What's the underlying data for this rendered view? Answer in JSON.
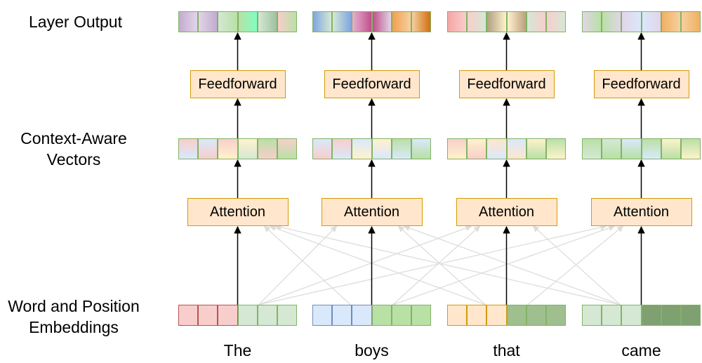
{
  "row_labels": {
    "layer_output": "Layer Output",
    "context_vectors": "Context-Aware\nVectors",
    "embeddings": "Word and Position\nEmbeddings"
  },
  "box_labels": {
    "feedforward": "Feedforward",
    "attention": "Attention"
  },
  "columns": [
    {
      "word": "The",
      "embedding": [
        "#f8cecc",
        "#f8cecc",
        "#f8cecc",
        "#d5e8d4",
        "#d5e8d4",
        "#d5e8d4"
      ],
      "embedding_borders": [
        "#b85450",
        "#b85450",
        "#b85450",
        "#82b366",
        "#82b366",
        "#82b366"
      ],
      "context": [
        [
          "#f8cecc",
          "#dae8fc"
        ],
        [
          "#dae8fc",
          "#f8cecc"
        ],
        [
          "#f8cecc",
          "#fff2cc"
        ],
        [
          "#fff2cc",
          "#d5e8d4"
        ],
        [
          "#b9e0a5",
          "#f8cecc"
        ],
        [
          "#f8cecc",
          "#b9e0a5"
        ]
      ],
      "output": [
        [
          "#c3abd0",
          "#e1d5e7"
        ],
        [
          "#e1d5e7",
          "#c3abd0"
        ],
        [
          "#d5e8d4",
          "#b9e0a5"
        ],
        [
          "#b9e0a5",
          "#7fffc0"
        ],
        [
          "#d5e8d4",
          "#a0c0a0"
        ],
        [
          "#f8cecc",
          "#b9e0a5"
        ]
      ]
    },
    {
      "word": "boys",
      "embedding": [
        "#dae8fc",
        "#dae8fc",
        "#dae8fc",
        "#b9e0a5",
        "#b9e0a5",
        "#b9e0a5"
      ],
      "embedding_borders": [
        "#6c8ebf",
        "#6c8ebf",
        "#6c8ebf",
        "#82b366",
        "#82b366",
        "#82b366"
      ],
      "context": [
        [
          "#dae8fc",
          "#f8cecc"
        ],
        [
          "#f8cecc",
          "#dae8fc"
        ],
        [
          "#dae8fc",
          "#fff2cc"
        ],
        [
          "#fff2cc",
          "#dae8fc"
        ],
        [
          "#b9e0a5",
          "#dae8fc"
        ],
        [
          "#dae8fc",
          "#b9e0a5"
        ]
      ],
      "output": [
        [
          "#7ea6e0",
          "#d5e8d4"
        ],
        [
          "#d5e8d4",
          "#7ea6e0"
        ],
        [
          "#e6b0d0",
          "#c0508a"
        ],
        [
          "#c0508a",
          "#e1d5e7"
        ],
        [
          "#f0a050",
          "#f5d0a0"
        ],
        [
          "#f5d0a0",
          "#d07010"
        ]
      ]
    },
    {
      "word": "that",
      "embedding": [
        "#ffe6cc",
        "#ffe6cc",
        "#ffe6cc",
        "#9fbf8f",
        "#9fbf8f",
        "#9fbf8f"
      ],
      "embedding_borders": [
        "#d79b00",
        "#d79b00",
        "#d79b00",
        "#82b366",
        "#82b366",
        "#82b366"
      ],
      "context": [
        [
          "#f8cecc",
          "#fff2cc"
        ],
        [
          "#fff2cc",
          "#f8cecc"
        ],
        [
          "#ffe6cc",
          "#dae8fc"
        ],
        [
          "#dae8fc",
          "#ffe6cc"
        ],
        [
          "#fff2cc",
          "#b9e0a5"
        ],
        [
          "#b9e0a5",
          "#fff2cc"
        ]
      ],
      "output": [
        [
          "#f4a6a6",
          "#f8cecc"
        ],
        [
          "#f8cecc",
          "#d5e8d4"
        ],
        [
          "#b0a080",
          "#fff2cc"
        ],
        [
          "#fff2cc",
          "#bba080"
        ],
        [
          "#d5e8d4",
          "#f8cecc"
        ],
        [
          "#f8cecc",
          "#d5e8d4"
        ]
      ]
    },
    {
      "word": "came",
      "embedding": [
        "#d5e8d4",
        "#d5e8d4",
        "#d5e8d4",
        "#7fa070",
        "#7fa070",
        "#7fa070"
      ],
      "embedding_borders": [
        "#82b366",
        "#82b366",
        "#82b366",
        "#82b366",
        "#82b366",
        "#82b366"
      ],
      "context": [
        [
          "#b9e0a5",
          "#d5e8d4"
        ],
        [
          "#d5e8d4",
          "#b9e0a5"
        ],
        [
          "#dae8fc",
          "#b9e0a5"
        ],
        [
          "#b9e0a5",
          "#dae8fc"
        ],
        [
          "#fff2cc",
          "#b9e0a5"
        ],
        [
          "#b9e0a5",
          "#fff2cc"
        ]
      ],
      "output": [
        [
          "#e1d5e7",
          "#b9e0a5"
        ],
        [
          "#b9e0a5",
          "#e1d5e7"
        ],
        [
          "#e1d5e7",
          "#dae8fc"
        ],
        [
          "#dae8fc",
          "#e1d5e7"
        ],
        [
          "#f0b060",
          "#f5d0a0"
        ],
        [
          "#f5d0a0",
          "#f0b060"
        ]
      ]
    }
  ],
  "colors": {
    "box_fill": "#ffe6cc",
    "box_stroke": "#d79b00",
    "arrow": "#000000",
    "cross_arrow": "#dddddd"
  }
}
